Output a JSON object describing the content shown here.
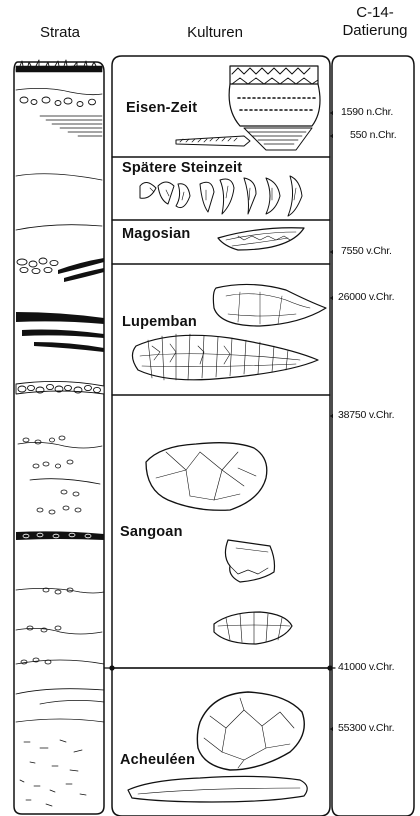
{
  "headers": {
    "strata": "Strata",
    "kulturen": "Kulturen",
    "dating_line1": "C-14-",
    "dating_line2": "Datierung"
  },
  "cultures": [
    {
      "name": "Eisen-Zeit"
    },
    {
      "name": "Spätere Steinzeit"
    },
    {
      "name": "Magosian"
    },
    {
      "name": "Lupemban"
    },
    {
      "name": "Sangoan"
    },
    {
      "name": "Acheuléen"
    }
  ],
  "dates": [
    "1590 n.Chr.",
    "550 n.Chr.",
    "7550 v.Chr.",
    "26000 v.Chr.",
    "38750 v.Chr.",
    "41000 v.Chr.",
    "55300 v.Chr."
  ],
  "colors": {
    "ink": "#111111",
    "paper": "#ffffff"
  },
  "icons": {
    "iron_age": [
      "decorated-pot-icon",
      "iron-rod-icon"
    ],
    "later_stone_age": "microlith-row-icon",
    "magosian": "blade-point-icon",
    "lupemban": [
      "core-tool-icon",
      "lanceolate-point-icon"
    ],
    "sangoan": [
      "core-axe-icon",
      "scraper-icon",
      "flake-point-icon"
    ],
    "acheulean": [
      "handaxe-icon",
      "cleaver-icon"
    ]
  }
}
